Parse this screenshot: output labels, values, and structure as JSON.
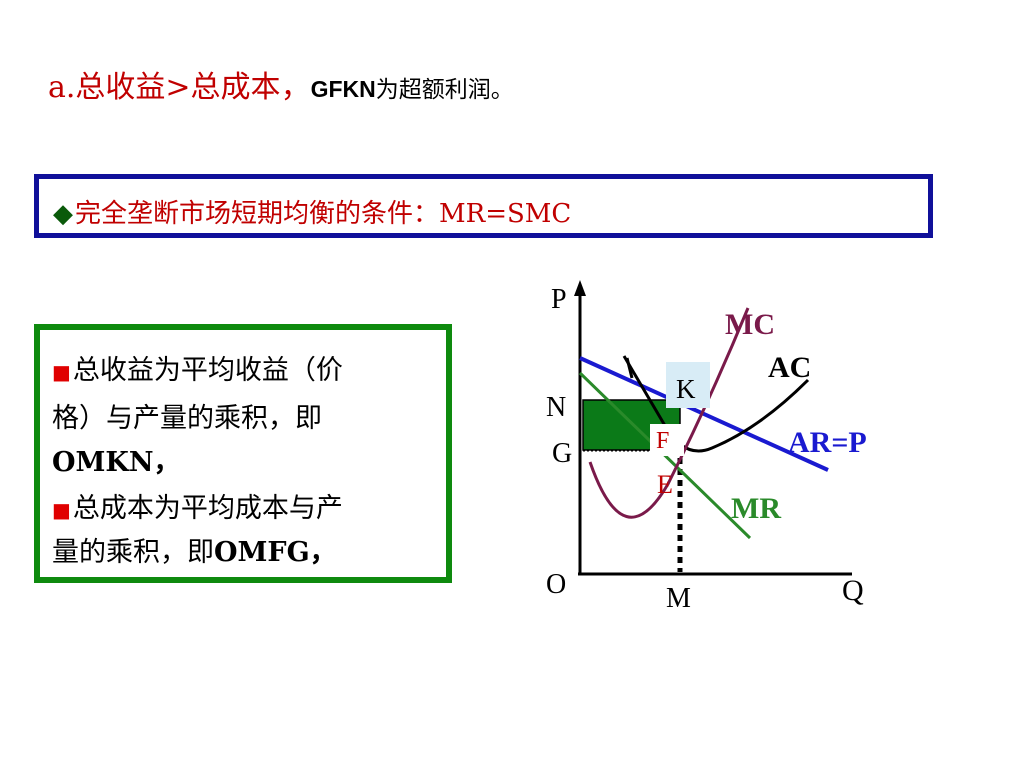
{
  "title": {
    "lead": "a.总收益>总成本",
    "comma": "，",
    "gfkn": "GFKN",
    "tail": "为超额利润。"
  },
  "condition": {
    "text": "完全垄断市场短期均衡的条件：MR=SMC"
  },
  "notes": {
    "line1": "总收益为平均收益（价",
    "line2": "格）与产量的乘积，即",
    "line3": "OMKN，",
    "line4": "总成本为平均成本与产",
    "line5a": "量的乘积，即",
    "line5b": "OMFG，"
  },
  "diagram": {
    "axis_y": "P",
    "axis_x": "Q",
    "origin": "O",
    "point_n": "N",
    "point_g": "G",
    "point_m": "M",
    "point_k": "K",
    "point_f": "F",
    "point_e": "E",
    "curve_mc": "MC",
    "curve_ac": "AC",
    "curve_ar": "AR=P",
    "curve_mr": "MR",
    "colors": {
      "mc": "#7a1a4a",
      "ac": "#000000",
      "ar": "#1a1ad0",
      "mr": "#2a8a2a",
      "profit": "#0b7a18",
      "label_box": "#d8ecf6"
    }
  }
}
